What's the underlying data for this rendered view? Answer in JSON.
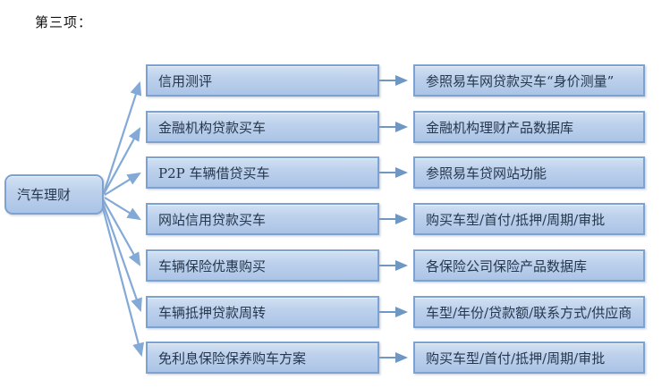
{
  "title": "第三项：",
  "root": {
    "label": "汽车理财"
  },
  "rows": [
    {
      "label": "信用测评",
      "result": "参照易车网贷款买车“身价测量”"
    },
    {
      "label": "金融机构贷款买车",
      "result": "金融机构理财产品数据库"
    },
    {
      "label": "P2P 车辆借贷买车",
      "result": "参照易车贷网站功能"
    },
    {
      "label": "网站信用贷款买车",
      "result": "购买车型/首付/抵押/周期/审批"
    },
    {
      "label": "车辆保险优惠购买",
      "result": "各保险公司保险产品数据库"
    },
    {
      "label": "车辆抵押贷款周转",
      "result": "车型/年份/贷款额/联系方式/供应商"
    },
    {
      "label": "免利息保险保养购车方案",
      "result": "购买车型/首付/抵押/周期/审批"
    }
  ],
  "colors": {
    "box_fill_top": "#d2e1f3",
    "box_fill_bottom": "#abc4e6",
    "box_border": "#7ba2d0",
    "fan_arrow": "#83a9d6",
    "connector_arrow": "#6f97c4",
    "text": "#26374d"
  }
}
